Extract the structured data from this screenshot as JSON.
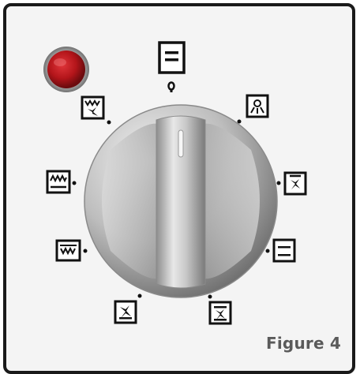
{
  "caption": "Figure 4",
  "colors": {
    "frame": "#1a1a1a",
    "panel": "#f4f4f4",
    "indicator_light": "#b3151a",
    "knob_light": "#e9e9e9",
    "knob_dark": "#7d7d7d",
    "caption_text": "#5a5a5a"
  },
  "indicator": {
    "name": "indicator-light",
    "state": "on"
  },
  "knob": {
    "name": "oven-function-knob",
    "selected_position": "off"
  },
  "functions": [
    {
      "id": "off",
      "icon": "off-position-icon"
    },
    {
      "id": "light",
      "icon": "oven-lamp-icon"
    },
    {
      "id": "fan-top",
      "icon": "fan-top-icon"
    },
    {
      "id": "top-bottom-heat",
      "icon": "top-bottom-heat-icon"
    },
    {
      "id": "fan-bottom",
      "icon": "fan-bottom-heat-icon"
    },
    {
      "id": "fan-only",
      "icon": "fan-only-icon"
    },
    {
      "id": "grill",
      "icon": "grill-icon"
    },
    {
      "id": "fan-grill",
      "icon": "fan-grill-icon"
    },
    {
      "id": "double-grill-fan",
      "icon": "double-grill-fan-icon"
    }
  ]
}
